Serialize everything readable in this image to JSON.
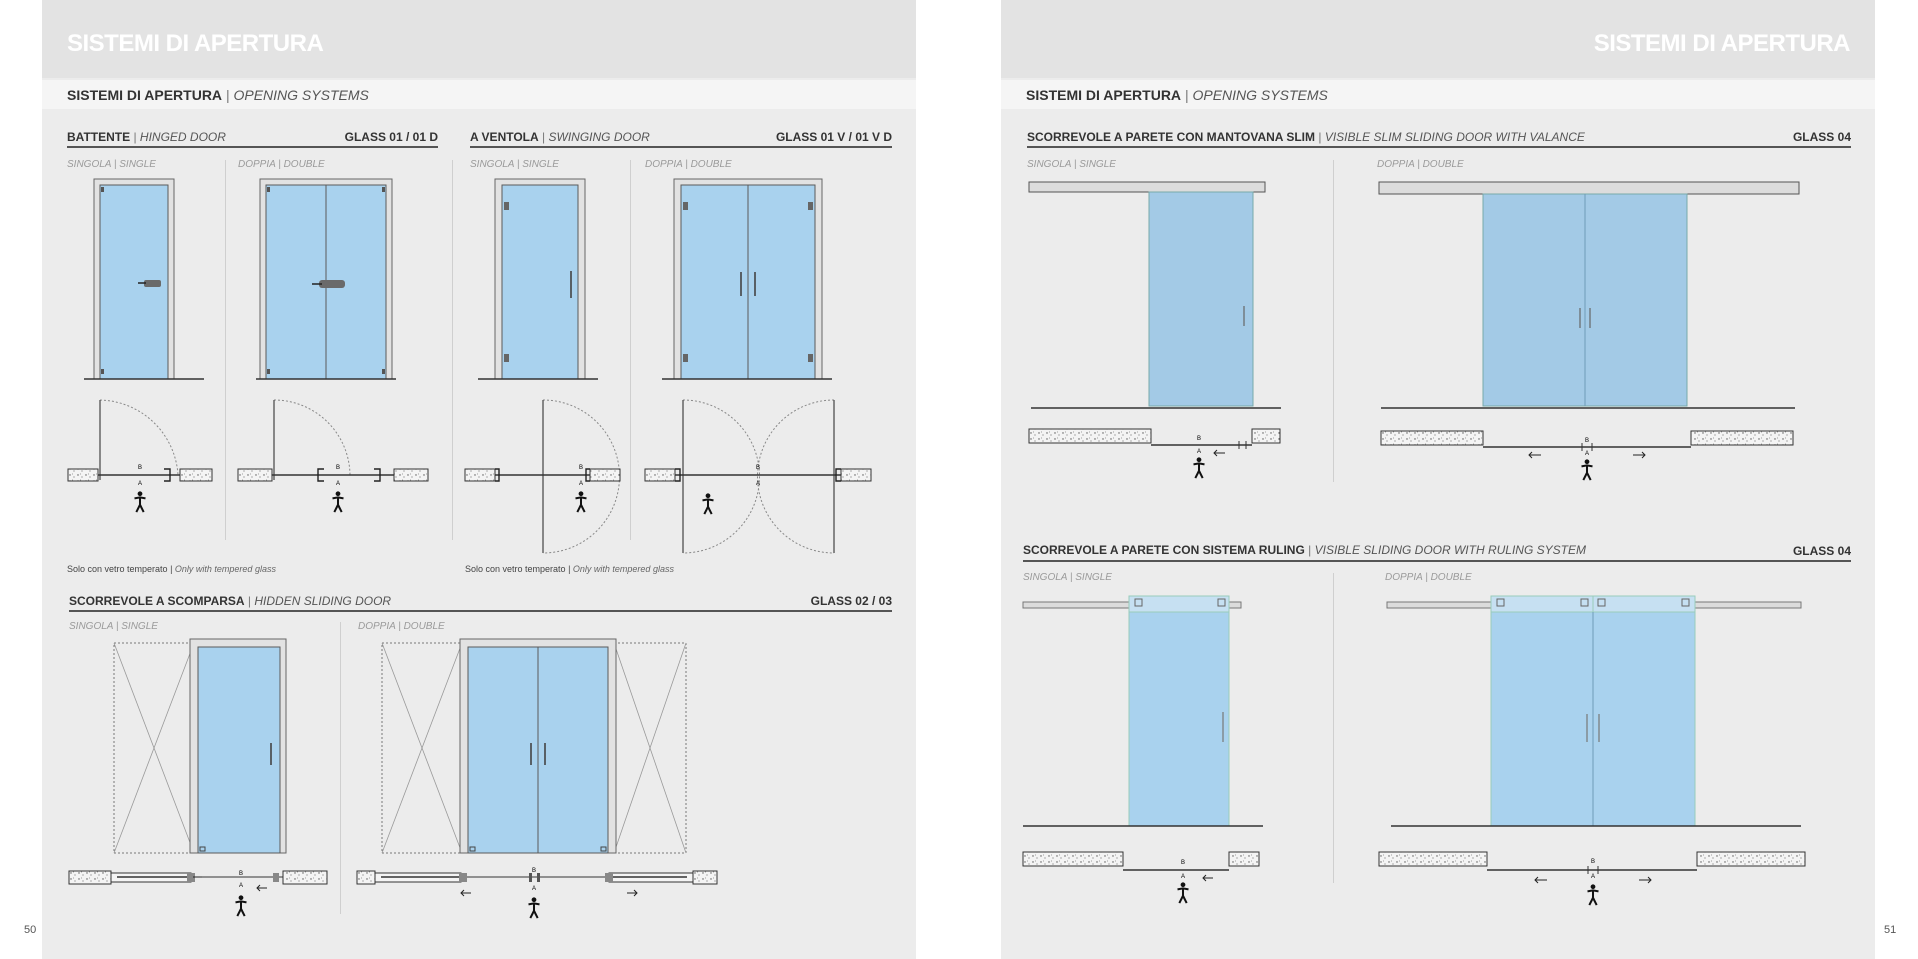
{
  "colors": {
    "page_bg": "#ececec",
    "banner_bg": "#e4e4e4",
    "glass": "#a9d2ee",
    "frame": "#7a7a7a",
    "line": "#555555"
  },
  "left_page": {
    "banner_title": "SISTEMI DI APERTURA",
    "subheader": {
      "main": "SISTEMI DI APERTURA",
      "sep": "|",
      "sub": "OPENING SYSTEMS"
    },
    "page_number": "50",
    "hinged": {
      "title": "BATTENTE",
      "sub": "HINGED DOOR",
      "code": "GLASS 01 / 01 D",
      "single_it": "SINGOLA",
      "single_en": "SINGLE",
      "double_it": "DOPPIA",
      "double_en": "DOUBLE",
      "note_main": "Solo con vetro temperato",
      "note_sub": "Only with tempered glass"
    },
    "swinging": {
      "title": "A VENTOLA",
      "sub": "SWINGING DOOR",
      "code": "GLASS 01 V  /  01 V D",
      "single_it": "SINGOLA",
      "single_en": "SINGLE",
      "double_it": "DOPPIA",
      "double_en": "DOUBLE",
      "note_main": "Solo con vetro temperato",
      "note_sub": "Only with tempered glass"
    },
    "hidden_sliding": {
      "title": "SCORREVOLE A SCOMPARSA",
      "sub": "HIDDEN SLIDING DOOR",
      "code": "GLASS 02 / 03",
      "single_it": "SINGOLA",
      "single_en": "SINGLE",
      "double_it": "DOPPIA",
      "double_en": "DOUBLE"
    }
  },
  "right_page": {
    "banner_title": "SISTEMI DI APERTURA",
    "subheader": {
      "main": "SISTEMI DI APERTURA",
      "sep": "|",
      "sub": "OPENING SYSTEMS"
    },
    "page_number": "51",
    "valance": {
      "title": "SCORREVOLE A PARETE CON MANTOVANA SLIM",
      "sub": "VISIBLE SLIM SLIDING DOOR WITH VALANCE",
      "code": "GLASS 04",
      "single_it": "SINGOLA",
      "single_en": "SINGLE",
      "double_it": "DOPPIA",
      "double_en": "DOUBLE"
    },
    "ruling": {
      "title": "SCORREVOLE A PARETE CON SISTEMA RULING",
      "sub": "VISIBLE SLIDING DOOR WITH RULING SYSTEM",
      "code": "GLASS 04",
      "single_it": "SINGOLA",
      "single_en": "SINGLE",
      "double_it": "DOPPIA",
      "double_en": "DOUBLE"
    }
  },
  "diagram_labels": {
    "a": "A",
    "b": "B"
  }
}
